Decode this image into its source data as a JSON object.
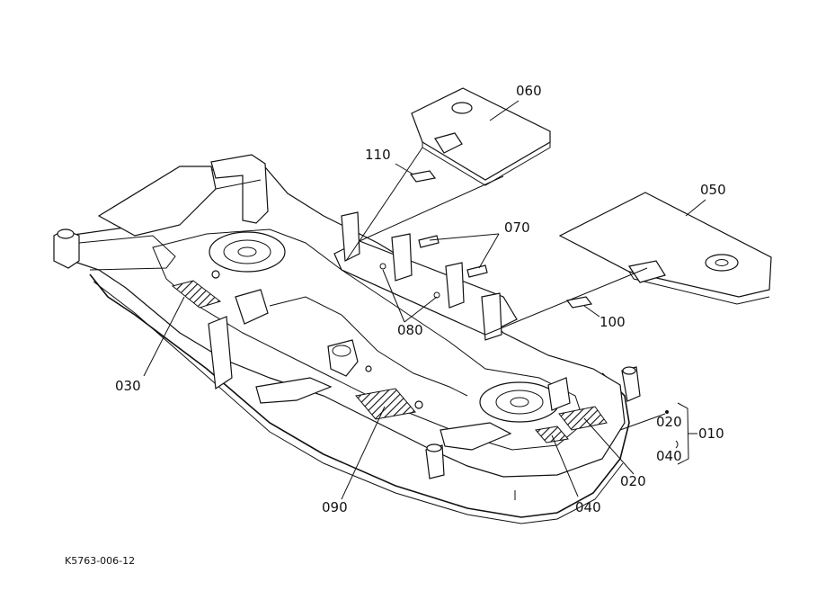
{
  "callouts": {
    "p010": "010",
    "p020a": "020",
    "p020b": "020",
    "p030": "030",
    "p040a": "040",
    "p040b": "040",
    "p050": "050",
    "p060": "060",
    "p070": "070",
    "p080": "080",
    "p090": "090",
    "p100": "100",
    "p110": "110"
  },
  "diagram_code": "K5763-006-12",
  "colors": {
    "ink": "#111111",
    "paper": "#ffffff"
  }
}
